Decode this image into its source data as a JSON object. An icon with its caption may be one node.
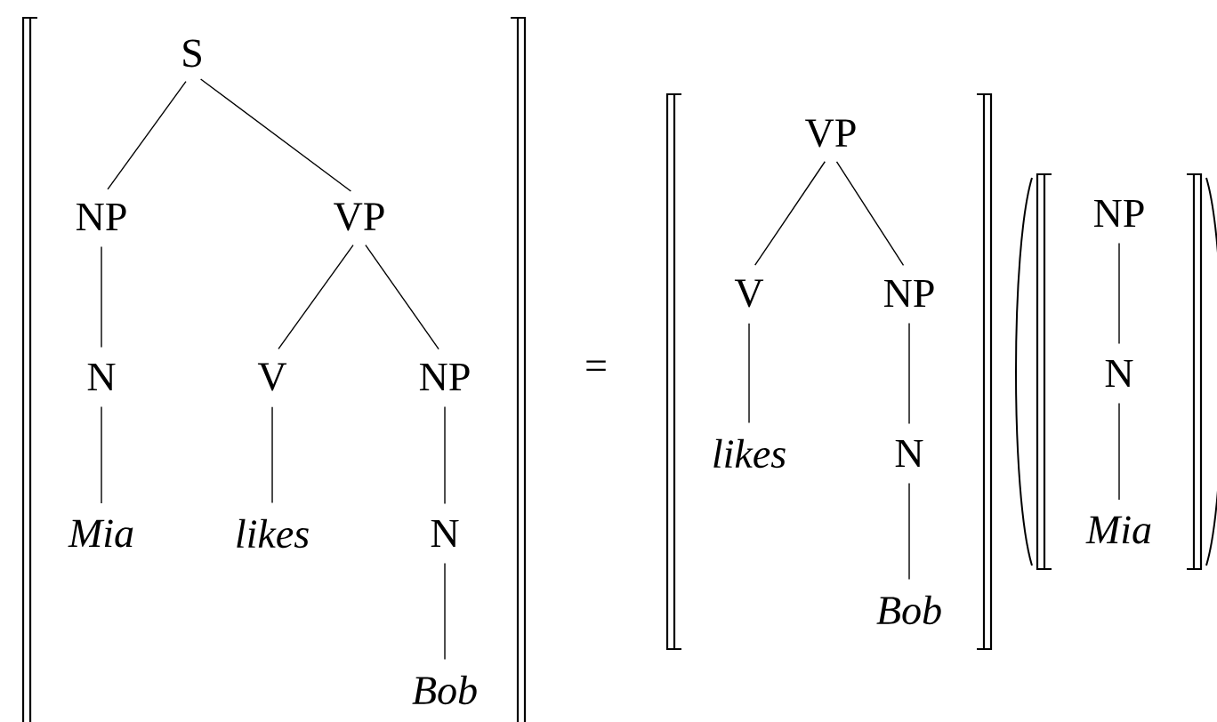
{
  "diagram": {
    "nodes": [
      {
        "text": [
          "S"
        ]
      },
      {
        "text": [
          "NP"
        ]
      },
      {
        "text": [
          "VP"
        ]
      },
      {
        "text": [
          "N"
        ]
      },
      {
        "text": [
          "V"
        ]
      },
      {
        "text": [
          "NP"
        ]
      },
      {
        "text": [
          "Mia"
        ]
      },
      {
        "text": [
          "likes"
        ]
      },
      {
        "text": [
          "N"
        ]
      },
      {
        "text": [
          "Bob"
        ]
      },
      {
        "text": [
          "VP"
        ]
      },
      {
        "text": [
          "V"
        ]
      },
      {
        "text": [
          "NP"
        ]
      },
      {
        "text": [
          "likes"
        ]
      },
      {
        "text": [
          "N"
        ]
      },
      {
        "text": [
          "Bob"
        ]
      },
      {
        "text": [
          "NP"
        ]
      },
      {
        "text": [
          "N"
        ]
      },
      {
        "text": [
          "Mia"
        ]
      }
    ],
    "edges": [
      {
        "from": 0,
        "to": 1,
        "arrow": "none"
      },
      {
        "from": 0,
        "to": 2,
        "arrow": "none"
      },
      {
        "from": 1,
        "to": 3,
        "arrow": "none"
      },
      {
        "from": 2,
        "to": 4,
        "arrow": "none"
      },
      {
        "from": 2,
        "to": 5,
        "arrow": "none"
      },
      {
        "from": 3,
        "to": 6,
        "arrow": "none"
      },
      {
        "from": 4,
        "to": 7,
        "arrow": "none"
      },
      {
        "from": 5,
        "to": 8,
        "arrow": "none"
      },
      {
        "from": 8,
        "to": 9,
        "arrow": "none"
      },
      {
        "from": 10,
        "to": 11,
        "arrow": "none"
      },
      {
        "from": 10,
        "to": 12,
        "arrow": "none"
      },
      {
        "from": 11,
        "to": 13,
        "arrow": "none"
      },
      {
        "from": 12,
        "to": 14,
        "arrow": "none"
      },
      {
        "from": 14,
        "to": 15,
        "arrow": "none"
      },
      {
        "from": 16,
        "to": 17,
        "arrow": "none"
      },
      {
        "from": 17,
        "to": 18,
        "arrow": "none"
      }
    ],
    "labels": [
      "="
    ]
  }
}
